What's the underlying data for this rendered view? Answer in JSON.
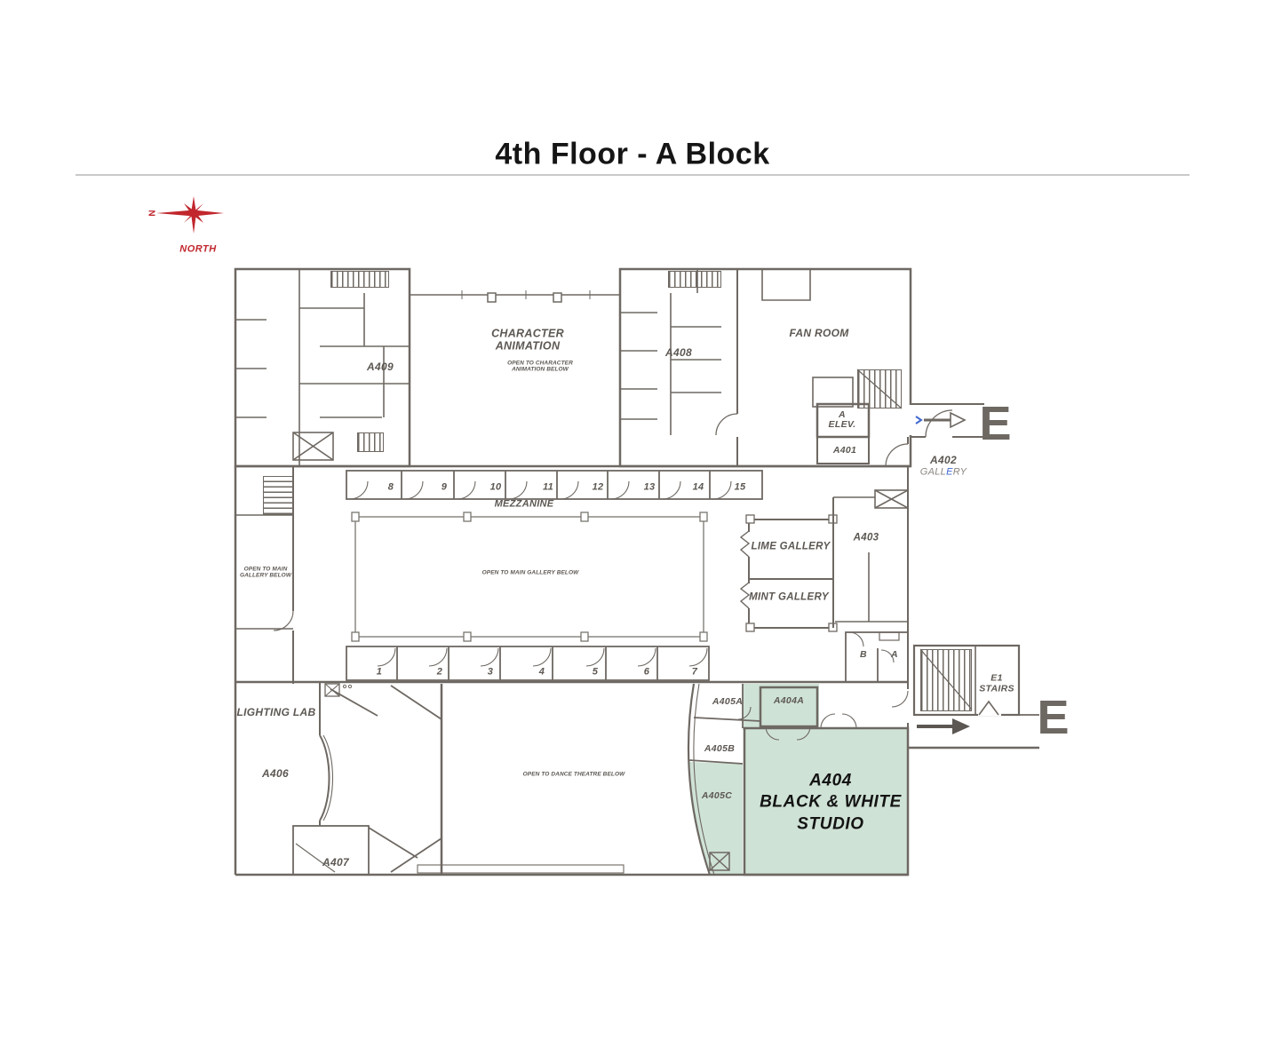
{
  "title": "4th Floor - A Block",
  "compass": {
    "north_label": "NORTH",
    "glyph": "N"
  },
  "colors": {
    "wall": "#6e6862",
    "label": "#5c5752",
    "highlight_green": "#cfe2d6",
    "compass_red": "#c1272d",
    "accent_blue": "#4169d1"
  },
  "rooms": {
    "character_animation": {
      "line1": "CHARACTER",
      "line2": "ANIMATION",
      "note_line1": "OPEN TO CHARACTER",
      "note_line2": "ANIMATION BELOW"
    },
    "a409": "A409",
    "a408": "A408",
    "fan_room": "FAN ROOM",
    "a_elev": {
      "line1": "A",
      "line2": "ELEV."
    },
    "a401": "A401",
    "a402": {
      "name": "A402",
      "gallery_pre": "GALL",
      "gallery_e": "E",
      "gallery_post": "RY"
    },
    "a403": "A403",
    "lime_gallery": "LIME GALLERY",
    "mint_gallery": "MINT GALLERY",
    "restroom_b": "B",
    "restroom_a": "A",
    "lighting_lab": "LIGHTING LAB",
    "a406": "A406",
    "a407": "A407",
    "a405a": "A405A",
    "a404a": "A404A",
    "a405b": "A405B",
    "a405c": "A405C",
    "a404": {
      "line1": "A404",
      "line2": "BLACK & WHITE",
      "line3": "STUDIO"
    },
    "e1_stairs": {
      "line1": "E1",
      "line2": "STAIRS"
    },
    "exit_east_top": "E",
    "exit_east_bottom": "E"
  },
  "mezzanine": {
    "label": "MEZZANINE",
    "note_center": "OPEN TO MAIN GALLERY BELOW",
    "note_left_line1": "OPEN TO MAIN",
    "note_left_line2": "GALLERY BELOW",
    "top_rooms": [
      "8",
      "9",
      "10",
      "11",
      "12",
      "13",
      "14",
      "15"
    ],
    "bottom_rooms": [
      "1",
      "2",
      "3",
      "4",
      "5",
      "6",
      "7"
    ]
  },
  "theatre_note": "OPEN TO DANCE THEATRE BELOW"
}
